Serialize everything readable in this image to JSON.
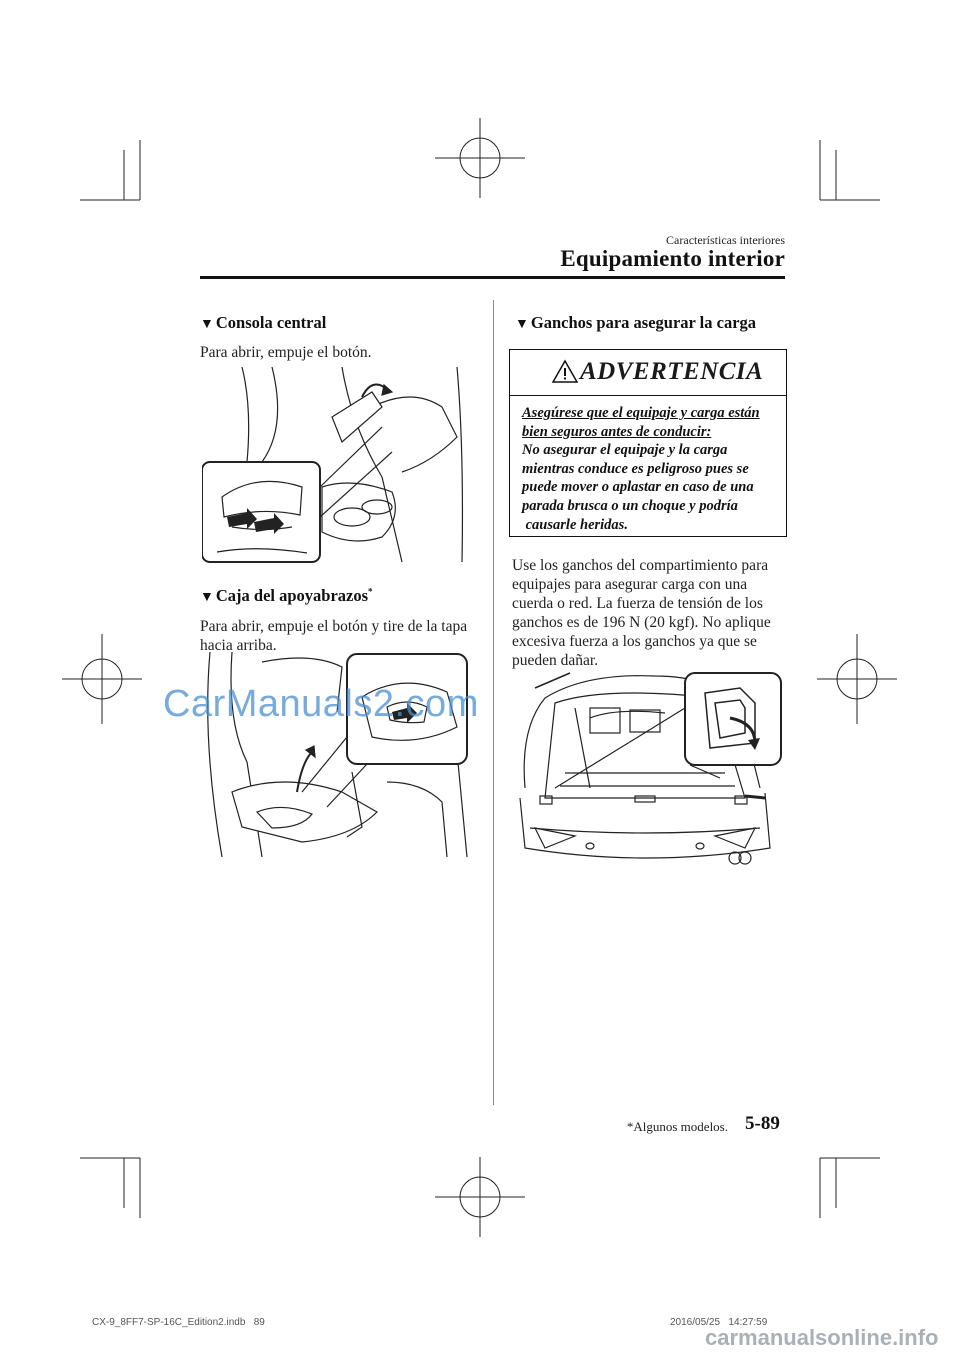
{
  "header": {
    "section": "Características interiores",
    "title": "Equipamiento interior"
  },
  "left_column": {
    "console": {
      "heading": "Consola central",
      "text": "Para abrir, empuje el botón."
    },
    "armrest": {
      "heading": "Caja del apoyabrazos",
      "asterisk": "*",
      "text_lines": [
        "Para abrir, empuje el botón y tire de la tapa",
        "hacia arriba."
      ]
    }
  },
  "right_column": {
    "hooks": {
      "heading": "Ganchos para asegurar la carga"
    },
    "warning": {
      "title": "ADVERTENCIA",
      "emphasis_lines": [
        "Asegúrese que el equipaje y carga están",
        "bien seguros antes de conducir:"
      ],
      "body_lines": [
        "No asegurar el equipaje y la carga",
        "mientras conduce es peligroso pues se",
        "puede mover o aplastar en caso de una",
        "parada brusca o un choque y podría",
        " causarle heridas."
      ]
    },
    "hooks_text_lines": [
      "Use los ganchos del compartimiento para",
      "equipajes para asegurar carga con una",
      "cuerda o red. La fuerza de tensión de los",
      "ganchos es de 196 N (20 kgf). No aplique",
      "excesiva fuerza a los ganchos ya que se",
      "pueden dañar."
    ]
  },
  "watermark": "CarManuals2.com",
  "footer": {
    "footnote": "*Algunos modelos.",
    "page_number": "5-89",
    "imprint_file": "CX-9_8FF7-SP-16C_Edition2.indb   89",
    "imprint_date": "2016/05/25   14:27:59",
    "site": "carmanualsonline.info"
  }
}
